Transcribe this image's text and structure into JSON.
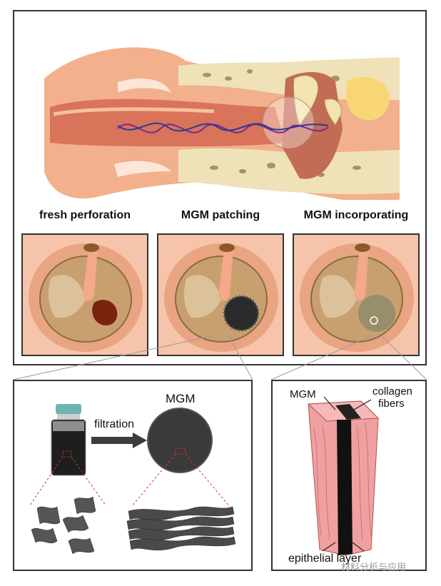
{
  "panels": {
    "fresh": "fresh perforation",
    "patching": "MGM patching",
    "incorporating": "MGM incorporating"
  },
  "left_box": {
    "filtration": "filtration",
    "mgm": "MGM"
  },
  "right_box": {
    "mgm": "MGM",
    "collagen_line1": "collagen",
    "collagen_line2": "fibers",
    "epithelial": "epithelial layer"
  },
  "watermark": "材料分析与应用",
  "colors": {
    "skin": "#f0a882",
    "canal": "#d9735a",
    "bone": "#efe2b8",
    "eardrum": "#c8a070",
    "perforation": "#7a2410",
    "mgm": "#2b2b2b"
  }
}
